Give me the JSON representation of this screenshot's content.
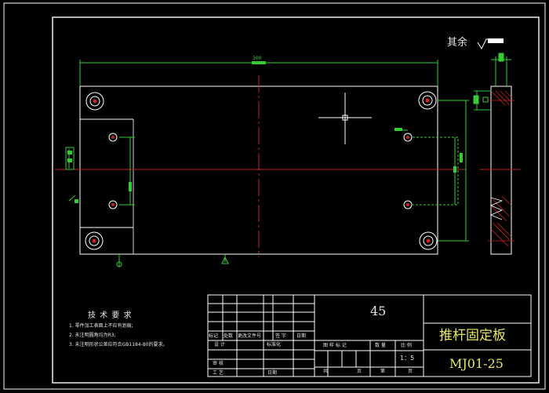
{
  "drawing": {
    "roughness_label": "其余",
    "overall_width_dim": "300",
    "technical_requirements": {
      "title": "技 术 要 求",
      "items": [
        "1. 零件加工表面上不应有划痕;",
        "2. 未注明圆角均为R3;",
        "3. 未注明形状公差应符合GB1184-80的要求。"
      ]
    }
  },
  "title_block": {
    "material": "45",
    "part_name": "推杆固定板",
    "drawing_number": "MJ01-25",
    "scale": "1：5",
    "labels": {
      "mark": "标记",
      "count": "处数",
      "change_doc": "更改文件号",
      "signature": "签 字",
      "date": "日期",
      "design": "设 计",
      "standardization": "标准化",
      "check": "审 核",
      "process": "工 艺",
      "date2": "日期",
      "stage_mark": "图 样 标 记",
      "weight": "数 量",
      "ratio": "比 例",
      "total": "共",
      "sheet": "页",
      "sheet_no": "第",
      "sheet_unit": "页"
    }
  },
  "colors": {
    "background": "#000000",
    "outline": "#ffffff",
    "dimension": "#33cc33",
    "center_line": "#cc2222",
    "hatch": "#cc2222",
    "text": "#e6e6e6"
  }
}
